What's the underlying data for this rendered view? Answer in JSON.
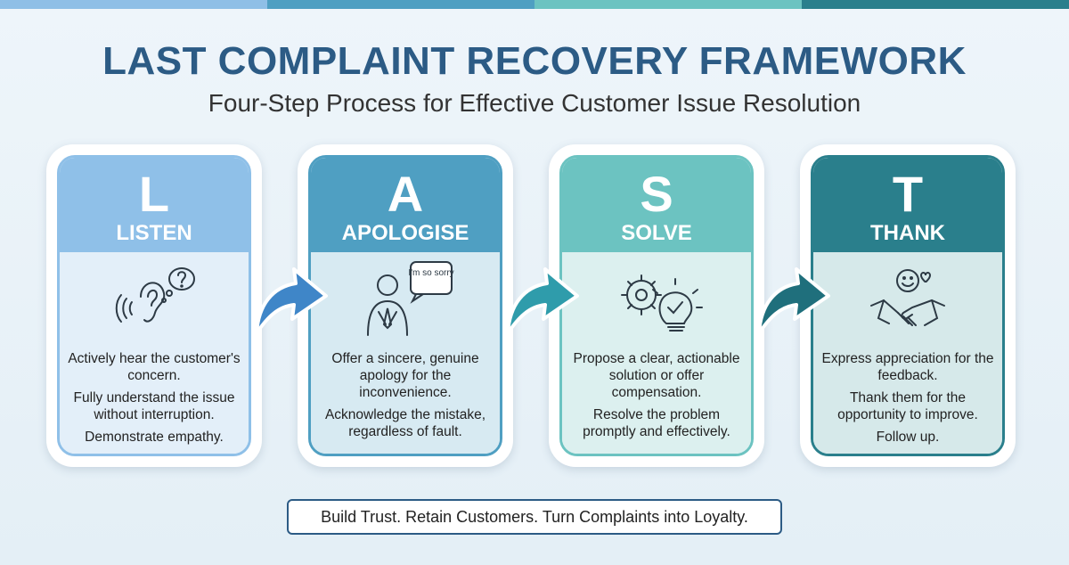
{
  "title": "LAST COMPLAINT RECOVERY FRAMEWORK",
  "subtitle": "Four-Step Process for Effective Customer Issue Resolution",
  "colors": {
    "topbar": [
      "#8fbfe6",
      "#4f9fc2",
      "#6cc3c1",
      "#2a7f8c"
    ],
    "title": "#2c5b85"
  },
  "steps": [
    {
      "letter": "L",
      "word": "LISTEN",
      "icon": "ear-question-icon",
      "head_color": "#8fc0e8",
      "body_color": "#e3eff9",
      "border_color": "#8fc0e8",
      "lines": [
        "Actively hear the customer's concern.",
        "Fully understand the issue without interruption.",
        "Demonstrate empathy."
      ]
    },
    {
      "letter": "A",
      "word": "APOLOGISE",
      "icon": "apologising-person-icon",
      "bubble": "I'm so sorry",
      "head_color": "#4f9fc2",
      "body_color": "#d7eaf2",
      "border_color": "#4f9fc2",
      "lines": [
        "Offer a sincere, genuine apology for the inconvenience.",
        "Acknowledge the mistake, regardless of fault."
      ]
    },
    {
      "letter": "S",
      "word": "SOLVE",
      "icon": "gear-lightbulb-icon",
      "head_color": "#6cc3c1",
      "body_color": "#dcf0ef",
      "border_color": "#6cc3c1",
      "lines": [
        "Propose a clear, actionable solution or offer compensation.",
        "Resolve the problem promptly and effectively."
      ]
    },
    {
      "letter": "T",
      "word": "THANK",
      "icon": "handshake-heart-icon",
      "head_color": "#2a7f8c",
      "body_color": "#d6e9ea",
      "border_color": "#2a7f8c",
      "lines": [
        "Express appreciation for the feedback.",
        "Thank them for the opportunity to improve.",
        "Follow up."
      ]
    }
  ],
  "arrows": [
    "arrow-icon",
    "arrow-icon",
    "arrow-icon"
  ],
  "footer": "Build Trust. Retain Customers. Turn Complaints into Loyalty."
}
